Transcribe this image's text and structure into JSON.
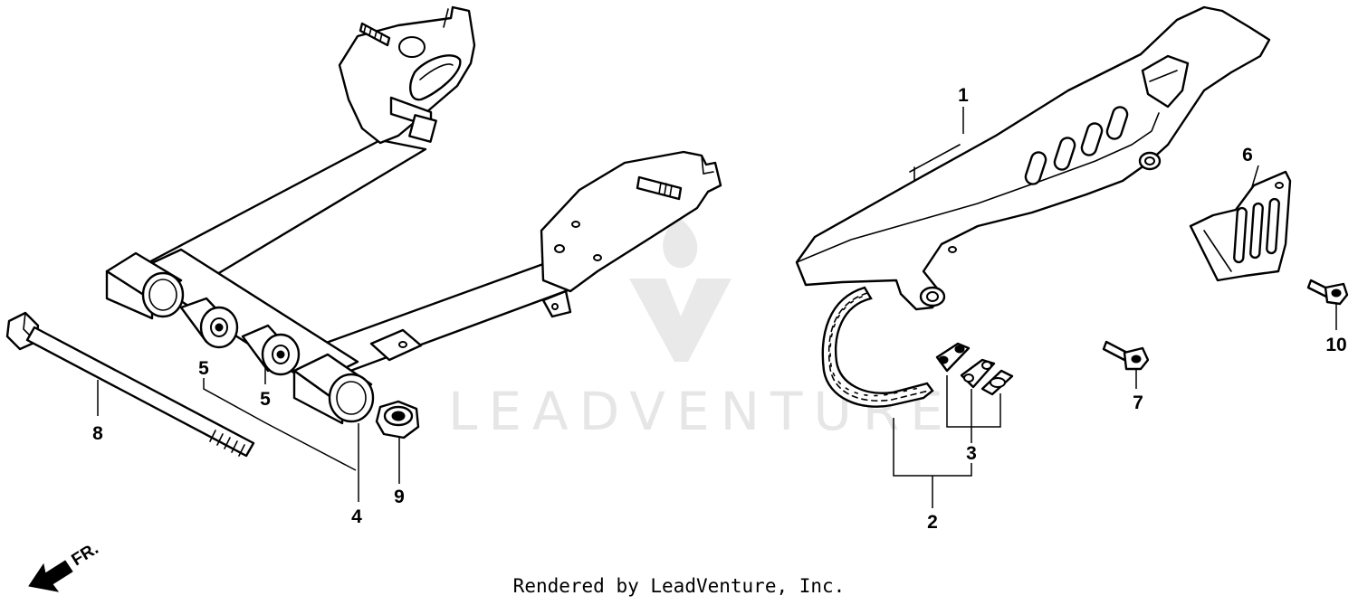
{
  "diagram": {
    "callouts": {
      "c1": "1",
      "c2": "2",
      "c3": "3",
      "c4": "4",
      "c5a": "5",
      "c5b": "5",
      "c6": "6",
      "c7": "7",
      "c8": "8",
      "c9": "9",
      "c10": "10"
    },
    "direction_label": "FR.",
    "watermark_text": "LEADVENTURE"
  },
  "footer": {
    "credit": "Rendered by LeadVenture, Inc."
  }
}
